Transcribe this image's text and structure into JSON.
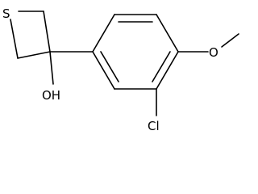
{
  "molecule": {
    "labels": {
      "sulfur": "S",
      "hydroxyl": "OH",
      "chloro": "Cl",
      "methoxy_oxygen": "O"
    }
  }
}
